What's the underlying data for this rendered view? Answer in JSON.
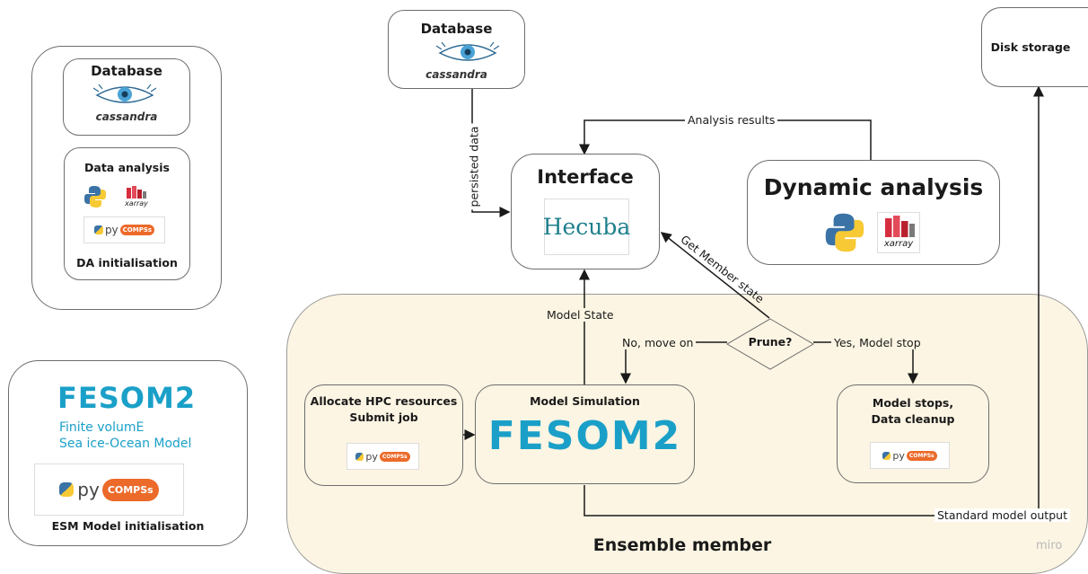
{
  "left_panel": {
    "database_title": "Database",
    "cassandra": "cassandra",
    "data_analysis_title": "Data analysis",
    "xarray": "xarray",
    "da_init": "DA initialisation"
  },
  "esm_panel": {
    "fesom_logo": "FESOM2",
    "tagline_1": "Finite volumE",
    "tagline_2": "Sea ice-Ocean Model",
    "esm_init": "ESM Model initialisation"
  },
  "pycomps": {
    "py": "py",
    "comps": "COMPSs"
  },
  "top_database": {
    "title": "Database",
    "cassandra": "cassandra"
  },
  "disk_storage": "Disk storage",
  "interface": {
    "title": "Interface",
    "hecuba": "Hecuba"
  },
  "dynamic_analysis": {
    "title": "Dynamic analysis",
    "xarray": "xarray"
  },
  "edges": {
    "analysis_results": "Analysis results",
    "persisted_data": "persisted data",
    "get_member_state": "Get Member state",
    "model_state": "Model State",
    "no_move_on": "No, move on",
    "yes_model_stop": "Yes, Model stop",
    "standard_model_output": "Standard model output"
  },
  "ensemble": {
    "title": "Ensemble member",
    "allocate_1": "Allocate HPC resources",
    "allocate_2": "Submit job",
    "model_sim": "Model Simulation",
    "fesom_logo": "FESOM2",
    "prune": "Prune?",
    "stops_1": "Model stops,",
    "stops_2": "Data cleanup"
  },
  "watermark": "miro"
}
